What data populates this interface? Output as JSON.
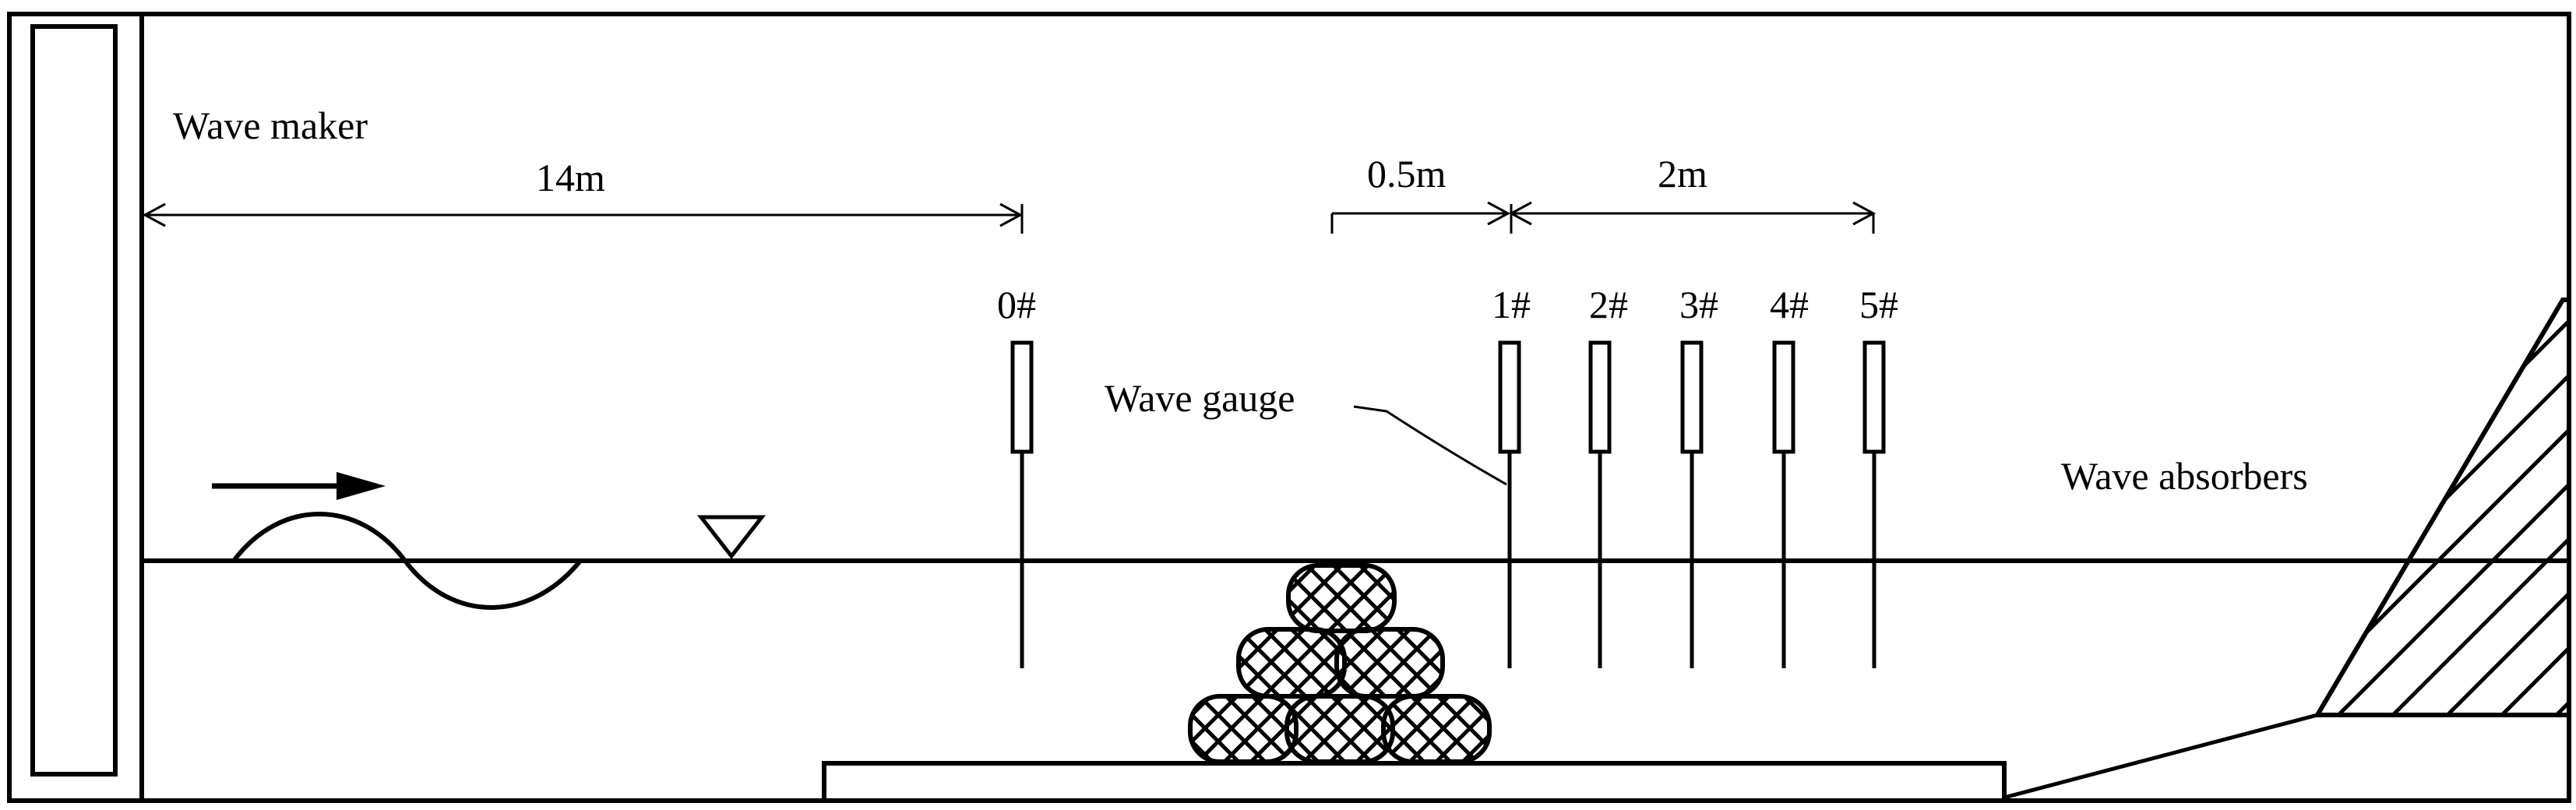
{
  "labels": {
    "wave_maker": "Wave maker",
    "wave_gauge": "Wave gauge",
    "wave_absorbers": "Wave absorbers"
  },
  "dimensions": {
    "maker_to_gauge0": "14m",
    "gauge_spacing_small": "0.5m",
    "gauge_span": "2m"
  },
  "gauges": [
    "0#",
    "1#",
    "2#",
    "3#",
    "4#",
    "5#"
  ],
  "colors": {
    "line": "#000000",
    "background": "#ffffff"
  }
}
